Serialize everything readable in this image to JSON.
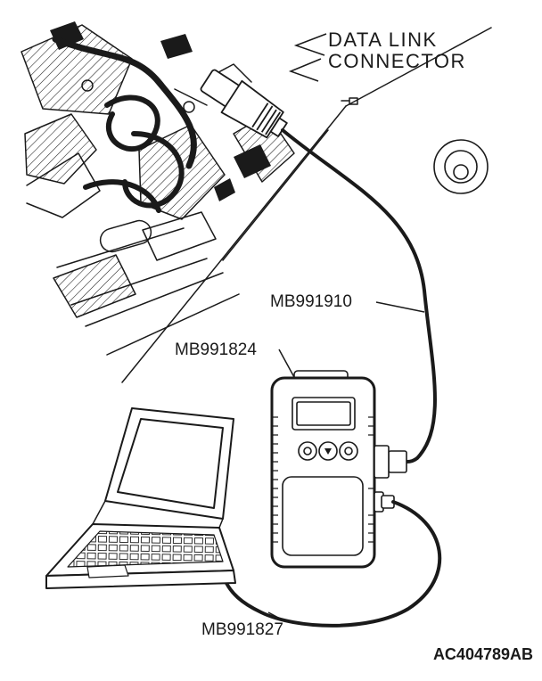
{
  "diagram": {
    "figure_code": "AC404789AB",
    "callouts": {
      "data_link_connector": {
        "line1": "DATA LINK",
        "line2": "CONNECTOR"
      },
      "cable_part_no": "MB991910",
      "interface_part_no": "MB991824",
      "usb_cable_part_no": "MB991827"
    },
    "colors": {
      "line": "#1a1a1a",
      "background": "#ffffff"
    }
  }
}
